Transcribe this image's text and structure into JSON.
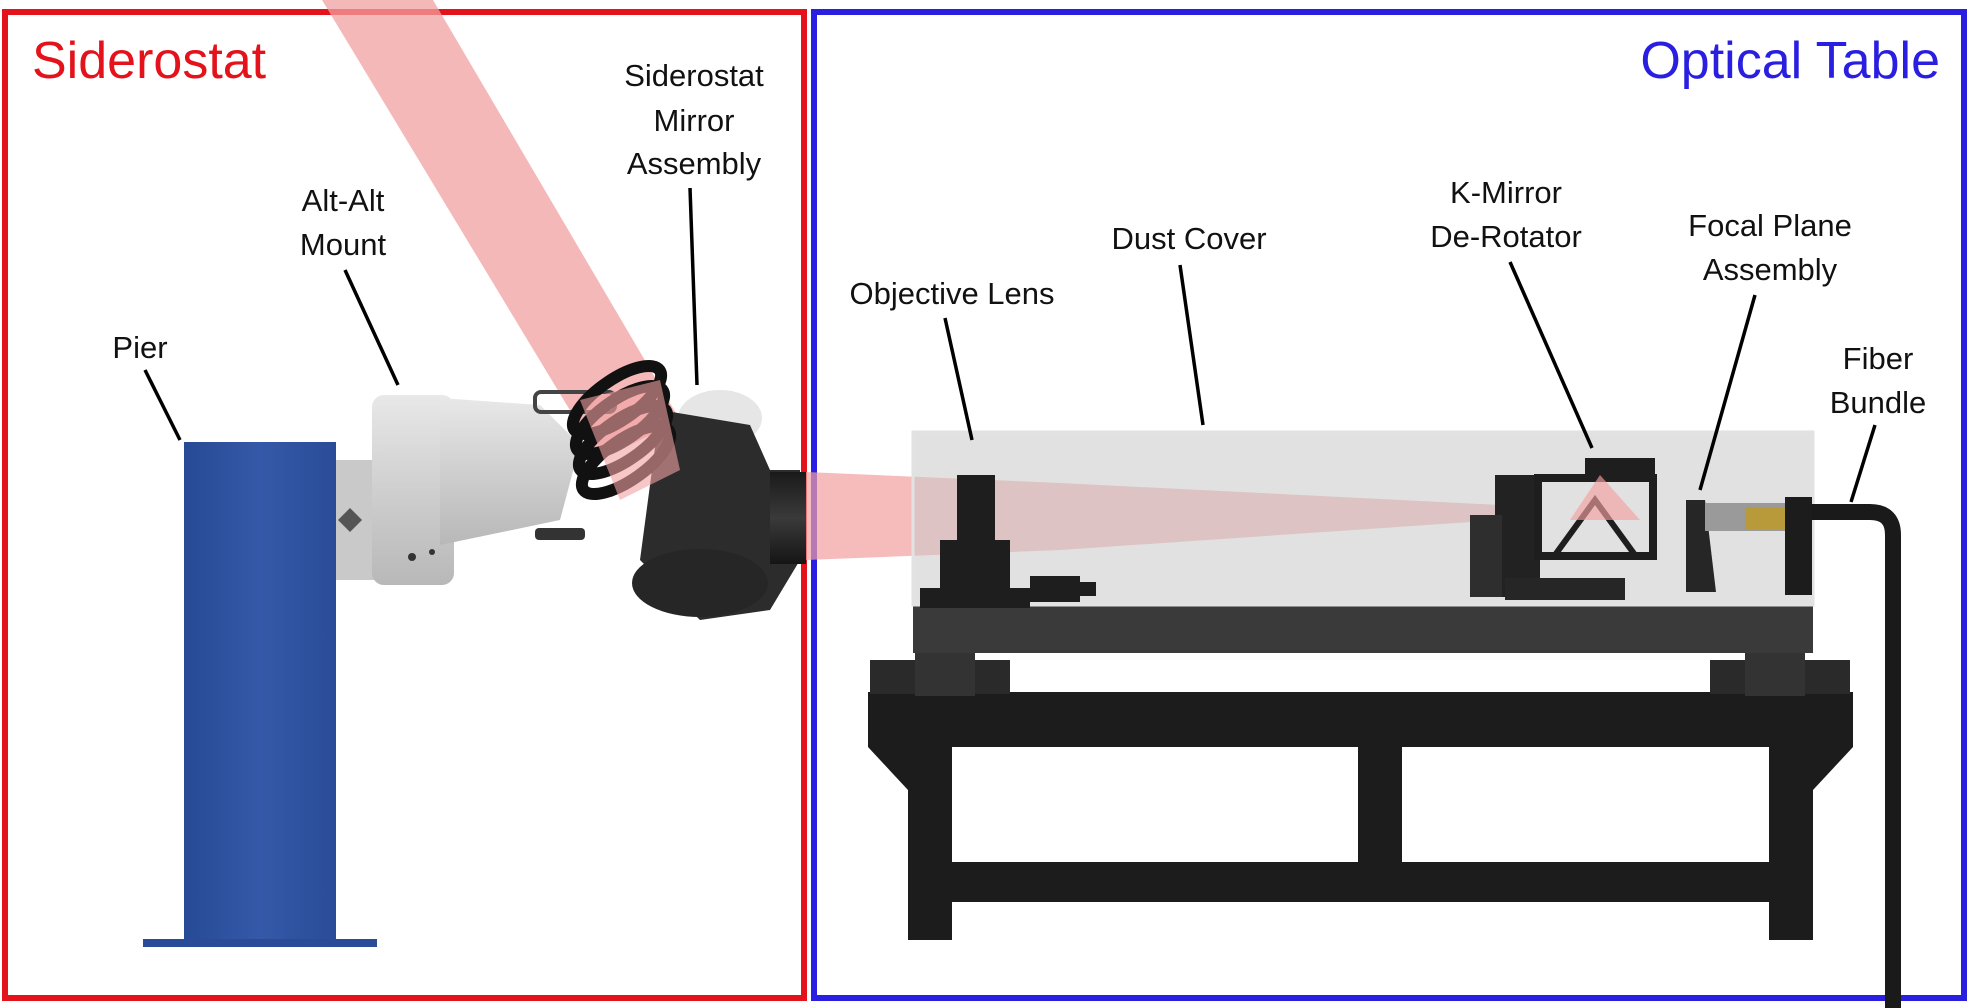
{
  "sections": {
    "siderostat": {
      "title": "Siderostat",
      "color": "#e3121b"
    },
    "optical_table": {
      "title": "Optical Table",
      "color": "#2a1fe0"
    }
  },
  "labels": {
    "pier": "Pier",
    "alt_alt_mount": [
      "Alt-Alt",
      "Mount"
    ],
    "siderostat_mirror_assembly": [
      "Siderostat",
      "Mirror",
      "Assembly"
    ],
    "objective_lens": "Objective Lens",
    "dust_cover": "Dust Cover",
    "k_mirror_derotator": [
      "K-Mirror",
      "De-Rotator"
    ],
    "focal_plane_assembly": [
      "Focal Plane",
      "Assembly"
    ],
    "fiber_bundle": [
      "Fiber",
      "Bundle"
    ]
  },
  "colors": {
    "pier": "#2f56a6",
    "light_beam": "#f2a0a0",
    "mount_body": "#d9d9d9",
    "dark_hardware": "#1f1f1f",
    "table_frame": "#1c1c1c",
    "dust_cover": "#c8c8c8"
  }
}
